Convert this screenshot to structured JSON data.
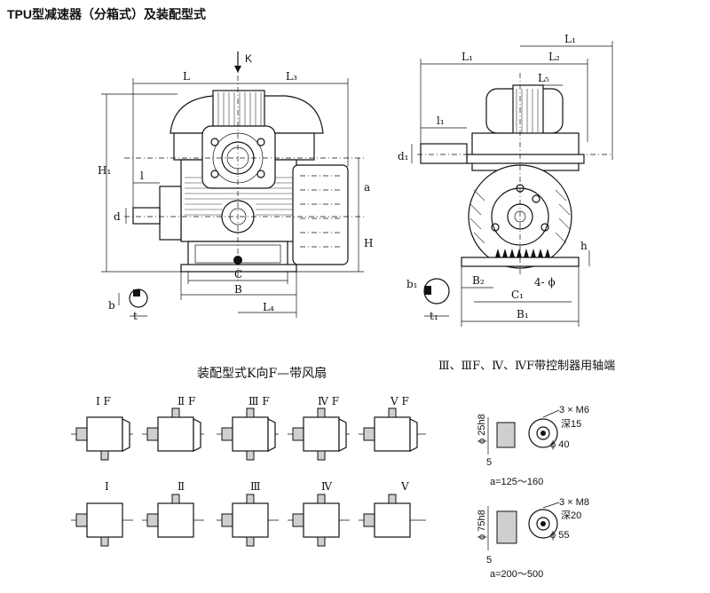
{
  "title": "TPU型减速器（分箱式）及装配型式",
  "front_view": {
    "labels": {
      "K": "K",
      "L": "L",
      "L3": "L₃",
      "H1": "H₁",
      "l": "l",
      "d": "d",
      "a": "a",
      "H": "H",
      "C": "C",
      "B": "B",
      "L4": "L₄",
      "b": "b",
      "t": "t"
    }
  },
  "side_view": {
    "labels": {
      "L1_top": "L₁",
      "L1": "L₁",
      "L2": "L₂",
      "L5": "L₅",
      "l1": "l₁",
      "d1": "d₁",
      "h": "h",
      "B2": "B₂",
      "bolt": "4- ϕ",
      "C1": "C₁",
      "B1": "B₁",
      "b1": "b₁",
      "t1": "t₁"
    }
  },
  "assembly": {
    "heading": "装配型式K向F—带风扇",
    "fan_row": [
      "Ⅰ F",
      "Ⅱ F",
      "Ⅲ F",
      "Ⅳ F",
      "Ⅴ F"
    ],
    "plain_row": [
      "Ⅰ",
      "Ⅱ",
      "Ⅲ",
      "Ⅳ",
      "Ⅴ"
    ]
  },
  "shaft_end": {
    "heading": "Ⅲ、ⅢF、Ⅳ、ⅣF带控制器用轴端",
    "small": {
      "dia": "ϕ 25h8",
      "key": "5",
      "thread": "3 × M6",
      "depth": "深15",
      "pcd": "ϕ 40",
      "range": "a=125～160"
    },
    "large": {
      "dia": "ϕ 75h8",
      "key": "5",
      "thread": "3 × M8",
      "depth": "深20",
      "pcd": "ϕ 55",
      "range": "a=200～500"
    }
  }
}
